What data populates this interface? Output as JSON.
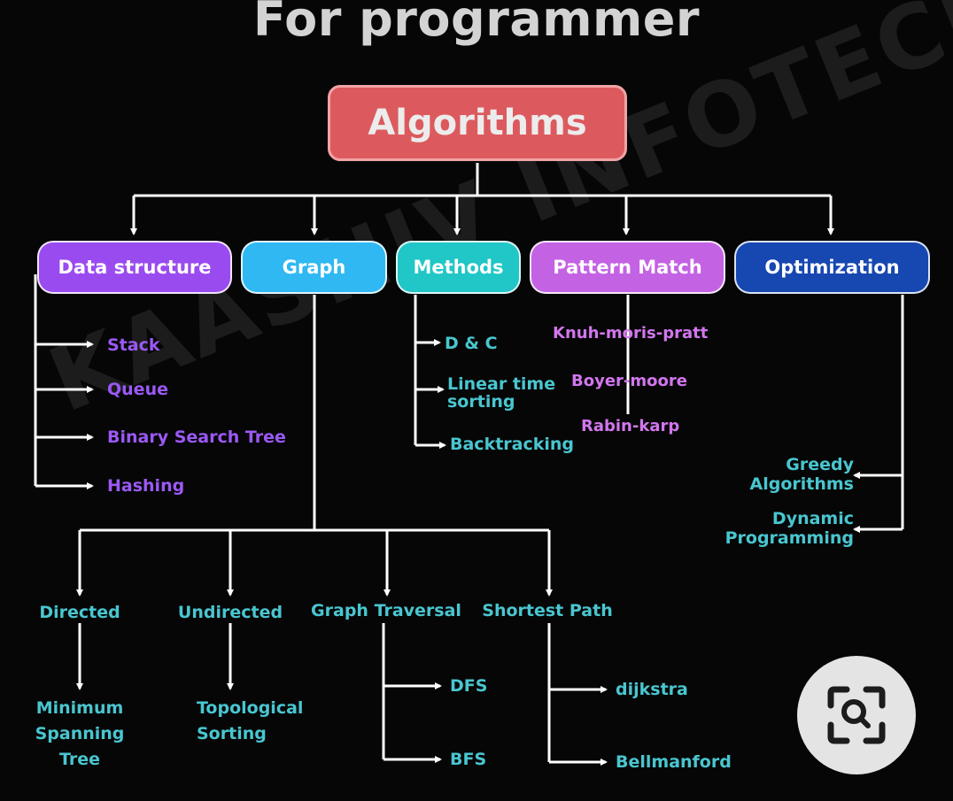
{
  "title": "For programmer",
  "root": {
    "label": "Algorithms"
  },
  "categories": [
    {
      "id": "data-structure",
      "label": "Data structure",
      "color": "#9a4bf0"
    },
    {
      "id": "graph",
      "label": "Graph",
      "color": "#2fb8f2"
    },
    {
      "id": "methods",
      "label": "Methods",
      "color": "#21c6c6"
    },
    {
      "id": "pattern-match",
      "label": "Pattern Match",
      "color": "#c462e4"
    },
    {
      "id": "optimization",
      "label": "Optimization",
      "color": "#1747b0"
    }
  ],
  "data_structure_items": [
    "Stack",
    "Queue",
    "Binary Search Tree",
    "Hashing"
  ],
  "methods_items": [
    "D & C",
    "Linear time\nsorting",
    "Backtracking"
  ],
  "pattern_items": [
    "Knuh-moris-pratt",
    "Boyer-moore",
    "Rabin-karp"
  ],
  "optimization_items": [
    "Greedy\nAlgorithms",
    "Dynamic\nProgramming"
  ],
  "graph_children": [
    {
      "label": "Directed",
      "children": [
        "Minimum\nSpanning\nTree"
      ]
    },
    {
      "label": "Undirected",
      "children": [
        "Topological\nSorting"
      ]
    },
    {
      "label": "Graph Traversal",
      "children": [
        "DFS",
        "BFS"
      ]
    },
    {
      "label": "Shortest Path",
      "children": [
        "dijkstra",
        "Bellmanford"
      ]
    }
  ],
  "watermark": "KAASHIV INFOTECH",
  "lens_icon": "visual-search-icon"
}
